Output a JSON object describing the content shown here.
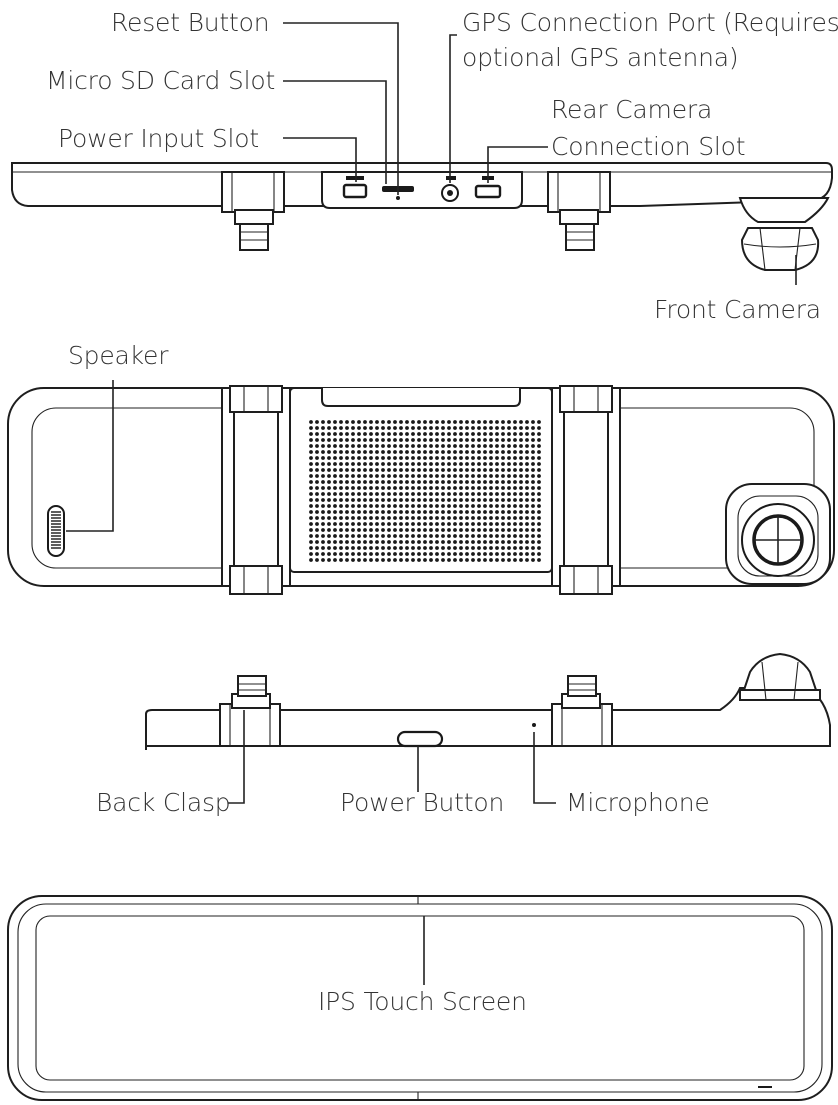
{
  "labels": {
    "reset_button": "Reset Button",
    "micro_sd": "Micro SD Card Slot",
    "power_input": "Power Input Slot",
    "gps_port_line1": "GPS Connection Port (Requires",
    "gps_port_line2": "optional GPS antenna)",
    "rear_camera_line1": "Rear Camera",
    "rear_camera_line2": "Connection Slot",
    "front_camera": "Front Camera",
    "speaker": "Speaker",
    "back_clasp": "Back Clasp",
    "power_button": "Power Button",
    "microphone": "Microphone",
    "ips_screen": "IPS Touch Screen"
  },
  "colors": {
    "line": "#222222",
    "text": "#333333",
    "background": "#ffffff"
  }
}
